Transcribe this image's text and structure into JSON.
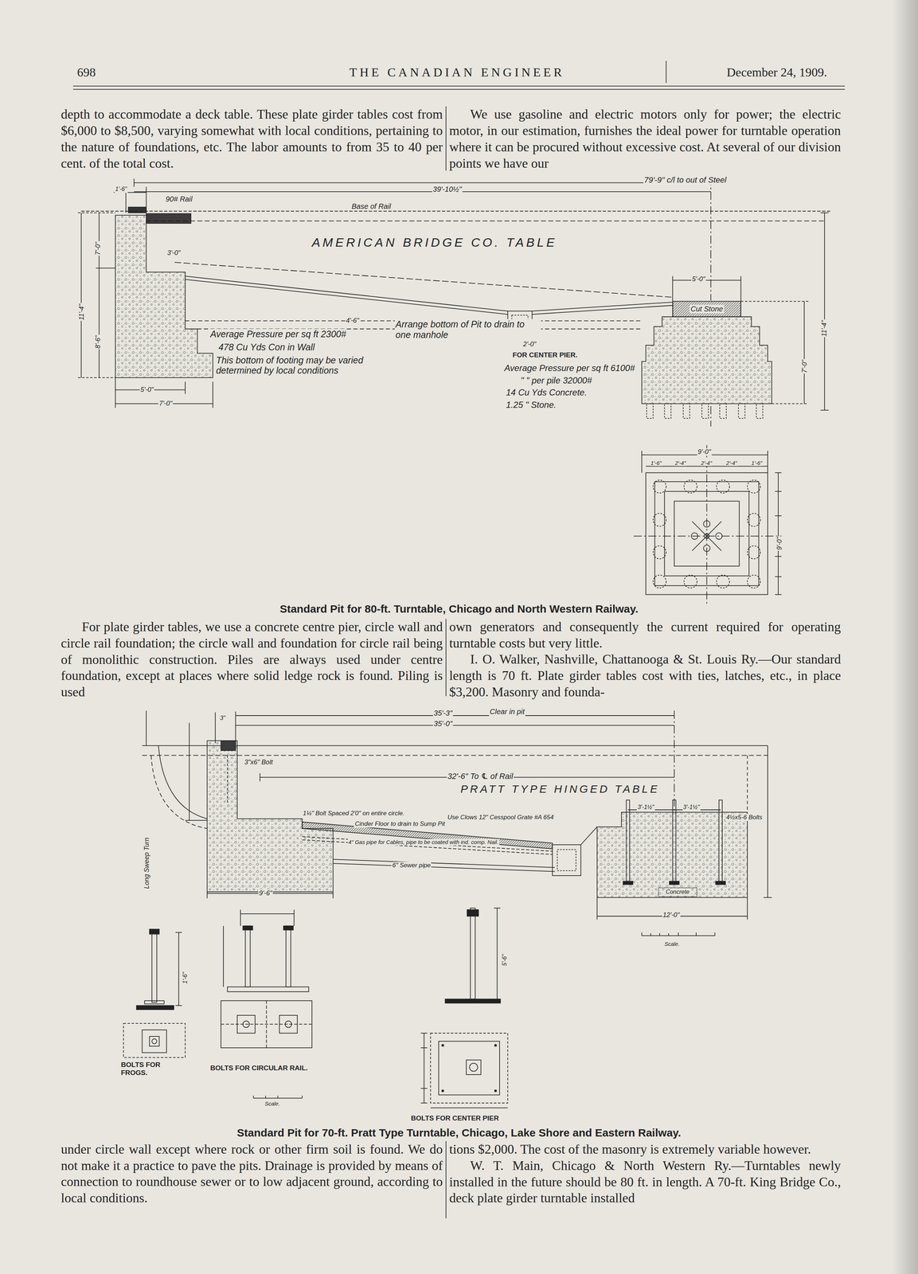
{
  "diagram": {
    "nodes": [
      {
        "text": [
          "Cut Stone"
        ]
      },
      {
        "text": [
          "Concrete"
        ]
      }
    ],
    "labels": [
      "698",
      "THE CANADIAN ENGINEER",
      "December 24, 1909.",
      "depth to accommodate a deck table. These plate girder tables cost from $6,000 to $8,500, varying somewhat with local conditions, pertaining to the nature of foundations, etc. The labor amounts to from 35 to 40 per cent. of the total cost.",
      "We use gasoline and electric motors only for power; the electric motor, in our estimation, furnishes the ideal power for turntable operation where it can be procured without excessive cost. At several of our division points we have our",
      "1'-6\"",
      "39'-10½\"",
      "79'-9\" c/l to out of Steel",
      "90# Rail",
      "Base of Rail",
      "AMERICAN BRIDGE CO. TABLE",
      "3'-0\"",
      "5'-0\"",
      "4'-6\"",
      "Arrange bottom of Pit to drain to one manhole",
      "2'-0\"",
      "Average Pressure per sq ft 2300#",
      "478 Cu Yds Con in Wall",
      "This bottom of footing may be varied determined by local conditions",
      "FOR CENTER PIER.",
      "Average Pressure per sq ft 6100#",
      "\" \" per pile 32000#",
      "14 Cu Yds Concrete.",
      "1.25 \" Stone.",
      "5'-0\"",
      "7'-0\"",
      "11'-4\"",
      "7'-0\"",
      "8'-6\"",
      "11'-4\"",
      "7'-0\"",
      "9'-0\"",
      "1'-6\"",
      "2'-4\"",
      "2'-4\"",
      "2'-4\"",
      "1'-6\"",
      "9'-0\"",
      "Standard Pit for 80-ft. Turntable, Chicago and North Western Railway.",
      "For plate girder tables, we use a concrete centre pier, circle wall and circle rail foundation; the circle wall and foundation for circle rail being of monolithic construction. Piles are always used under centre foundation, except at places where solid ledge rock is found. Piling is used",
      "own generators and consequently the current required for operating turntable costs but very little.",
      "I. O. Walker, Nashville, Chattanooga & St. Louis Ry.—Our standard length is 70 ft. Plate girder tables cost with ties, latches, etc., in place $3,200. Masonry and founda-",
      "35'-3\"",
      "Clear in pit",
      "35'-0\"",
      "3\"",
      "3\"x6\" Bolt",
      "32'-6\" To ℄ of Rail",
      "PRATT TYPE HINGED TABLE",
      "1¼\" Bolt Spaced 2'0\" on entire circle.",
      "Use Clows 12\" Cesspool Grate #A 654",
      "Cinder Floor to drain to Sump Pit",
      "4\" Gas pipe for Cables, pipe to be coated with ind. comp. Nail.",
      "6\" Sewer pipe",
      "3'-1½\"",
      "3'-1½\"",
      "4½x5-6 Bolts",
      "9'-6\"",
      "12'-0\"",
      "Long Sweep Turn",
      "Scale.",
      "BOLTS FOR FROGS.",
      "BOLTS FOR CIRCULAR RAIL.",
      "Scale.",
      "5'-6\"",
      "1'-6\"",
      "BOLTS FOR CENTER PIER",
      "Standard Pit for 70-ft. Pratt Type Turntable, Chicago, Lake Shore and Eastern Railway.",
      "under circle wall except where rock or other firm soil is found. We do not make it a practice to pave the pits. Drainage is provided by means of connection to roundhouse sewer or to low adjacent ground, according to local conditions.",
      "tions $2,000. The cost of the masonry is extremely variable however.",
      "W. T. Main, Chicago & North Western Ry.—Turntables newly installed in the future should be 80 ft. in length. A 70-ft. King Bridge Co., deck plate girder turntable installed"
    ]
  }
}
